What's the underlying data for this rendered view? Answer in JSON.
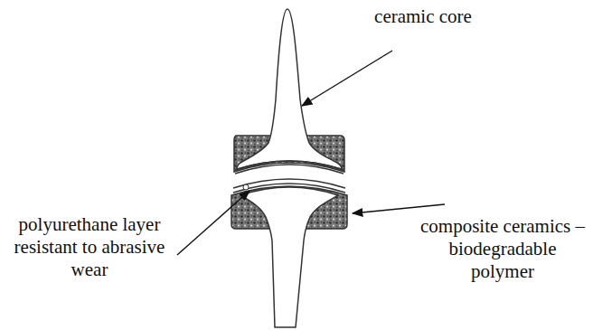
{
  "diagram": {
    "labels": [
      "ceramic core",
      "polyurethane layer resistant to abrasive wear",
      "composite ceramics – biodegradable polymer"
    ]
  }
}
